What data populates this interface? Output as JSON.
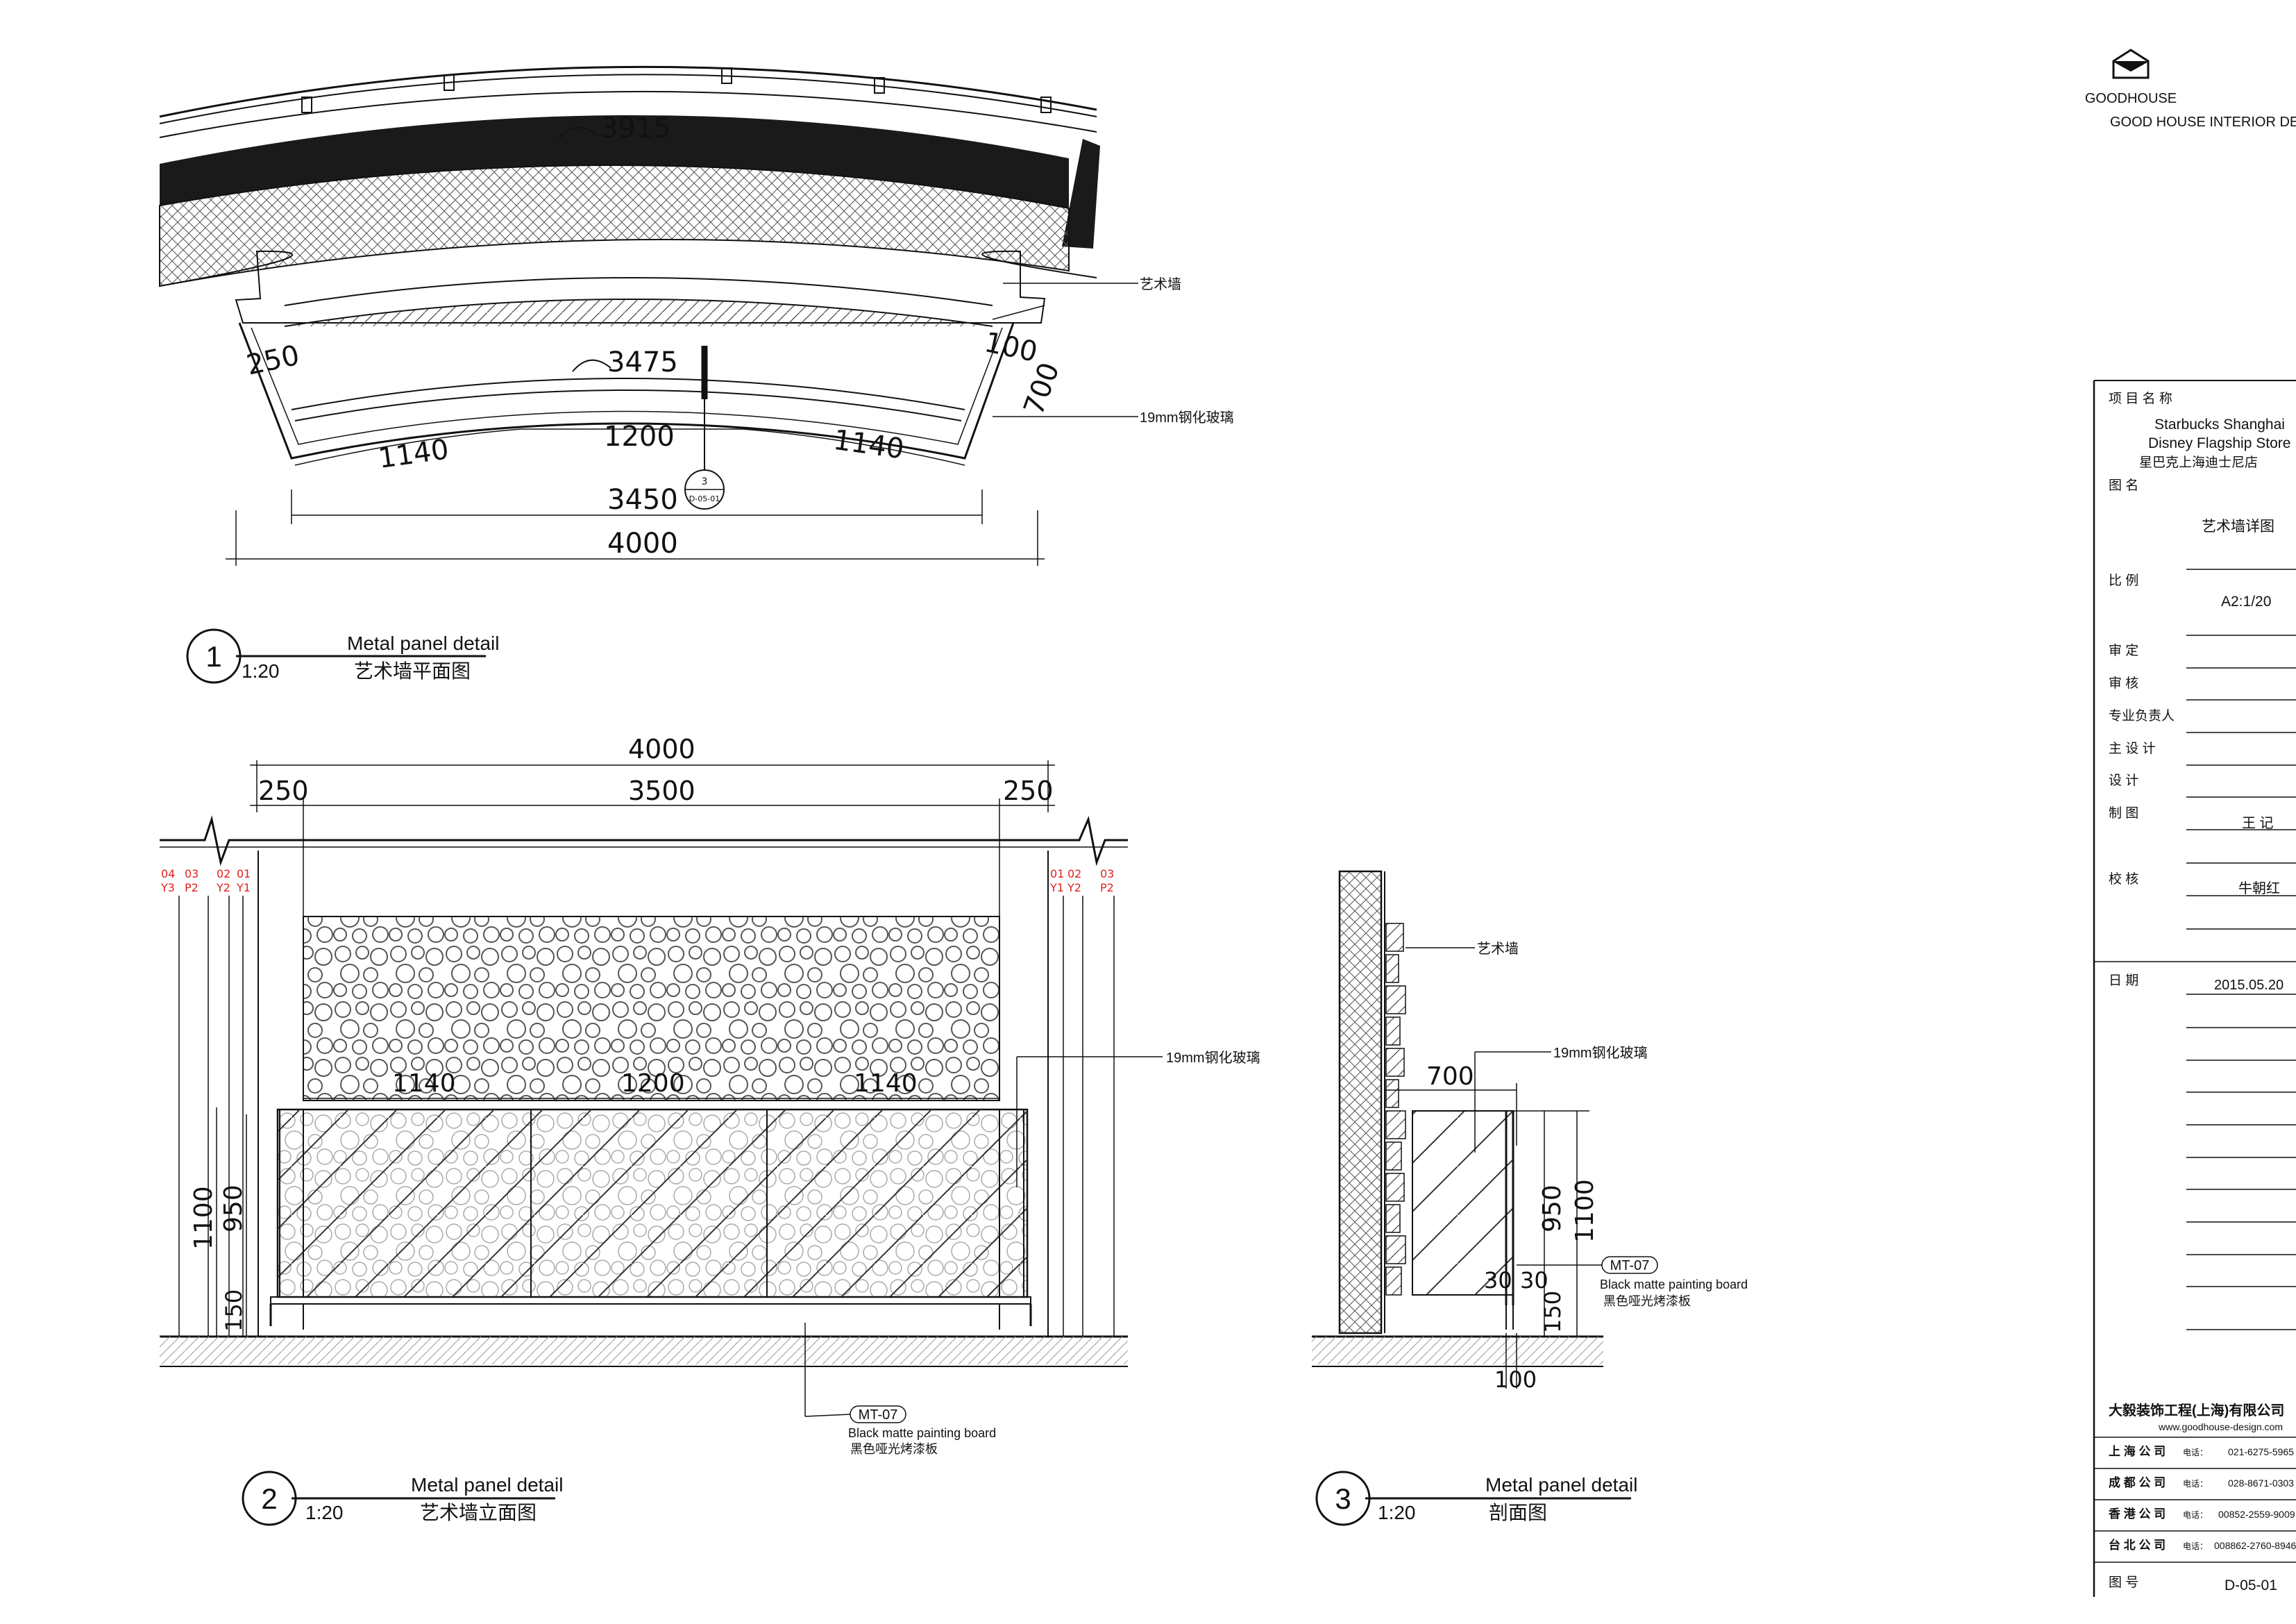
{
  "logo": {
    "brand_text": "GOODHOUSE",
    "caption": "GOOD HOUSE INTERIOR DESIGN"
  },
  "plan": {
    "radius_outer": "3915",
    "radius_inner": "3475",
    "dim_side_left": "250",
    "dim_side_right": "100",
    "dim_depth": "700",
    "dim_seg_left": "1140",
    "dim_seg_mid": "1200",
    "dim_seg_right": "1140",
    "dim_inner_total": "3450",
    "dim_total": "4000",
    "leader_art_wall": "艺术墙",
    "leader_glass": "19mm钢化玻璃",
    "section_marker_top": "3",
    "section_marker_bottom": "D-05-01"
  },
  "elevation": {
    "dim_total": "4000",
    "dim_left": "250",
    "dim_mid": "3500",
    "dim_right": "250",
    "dim_seg_left": "1140",
    "dim_seg_mid": "1200",
    "dim_seg_right": "1140",
    "dim_height_outer": "1100",
    "dim_height_inner": "950",
    "dim_base": "150",
    "leader_glass": "19mm钢化玻璃",
    "tag": "MT-07",
    "tag_en": "Black matte painting board",
    "tag_cn": "黑色哑光烤漆板",
    "layer_codes_left_row1": [
      "04",
      "03",
      "02",
      "01"
    ],
    "layer_codes_left_row2": [
      "Y3",
      "P2",
      "Y2",
      "Y1"
    ],
    "layer_codes_right_row1": [
      "01",
      "02",
      "03"
    ],
    "layer_codes_right_row2": [
      "Y1",
      "Y2",
      "P2"
    ]
  },
  "section": {
    "leader_art_wall": "艺术墙",
    "leader_glass": "19mm钢化玻璃",
    "dim_depth": "700",
    "dim_height_inner": "950",
    "dim_height_outer": "1100",
    "dim_gap_a": "30",
    "dim_gap_b": "30",
    "dim_base": "150",
    "dim_bottom": "100",
    "tag": "MT-07",
    "tag_en": "Black matte painting board",
    "tag_cn": "黑色哑光烤漆板"
  },
  "titles": [
    {
      "number": "1",
      "scale": "1:20",
      "en": "Metal panel detail",
      "cn": "艺术墙平面图"
    },
    {
      "number": "2",
      "scale": "1:20",
      "en": "Metal panel detail",
      "cn": "艺术墙立面图"
    },
    {
      "number": "3",
      "scale": "1:20",
      "en": "Metal panel detail",
      "cn": "剖面图"
    }
  ],
  "title_block": {
    "project_label": "项 目 名 称",
    "project_en_1": "Starbucks Shanghai",
    "project_en_2": "Disney Flagship Store",
    "project_cn": "星巴克上海迪士尼店",
    "drawing_label": "图  名",
    "drawing_name": "艺术墙详图",
    "scale_label": "比  例",
    "scale_value": "A2:1/20",
    "approve_label": "审  定",
    "review_label": "审  核",
    "lead_label": "专业负责人",
    "chief_label": "主 设 计",
    "design_label": "设  计",
    "draw_label": "制  图",
    "draw_value": "王 记",
    "check_label": "校  核",
    "check_value": "牛朝红",
    "date_label": "日  期",
    "date_value": "2015.05.20",
    "company": "大毅装饰工程(上海)有限公司",
    "website": "www.goodhouse-design.com",
    "phone_label": "电话：",
    "offices": [
      {
        "name": "上 海 公 司",
        "phone": "021-6275-5965"
      },
      {
        "name": "成 都 公 司",
        "phone": "028-8671-0303"
      },
      {
        "name": "香 港 公 司",
        "phone": "00852-2559-9009"
      },
      {
        "name": "台 北 公 司",
        "phone": "008862-2760-8946"
      }
    ],
    "number_label": "图  号",
    "number_value": "D-05-01"
  }
}
